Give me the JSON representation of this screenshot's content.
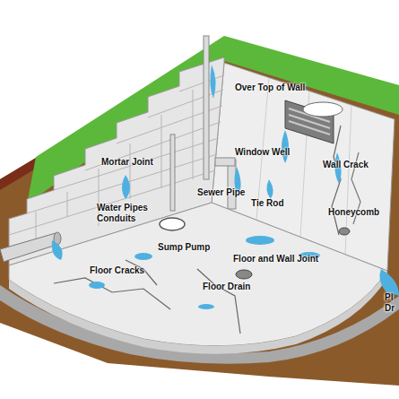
{
  "diagram": {
    "labels": [
      "Over Top of Wall",
      "Mortar Joint",
      "Window Well",
      "Wall Crack",
      "Sewer Pipe",
      "Tie Rod",
      "Water Pipes Conduits",
      "Honeycomb",
      "Sump Pump",
      "Floor and Wall Joint",
      "Floor Cracks",
      "Floor Drain",
      "Pl Dr"
    ]
  }
}
